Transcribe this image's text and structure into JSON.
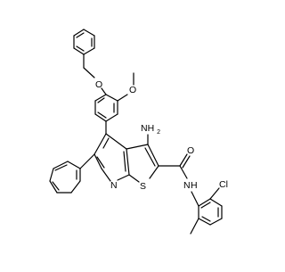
{
  "molecule": {
    "atom_labels": {
      "ether_oxygen": "O",
      "methoxy_oxygen": "O",
      "amino": "NH",
      "amino_subscript": "2",
      "carbonyl_oxygen": "O",
      "amide_nitrogen": "N",
      "amide_hydrogen": "H",
      "pyridine_nitrogen": "N",
      "sulfur": "S",
      "chlorine": "Cl"
    },
    "colors": {
      "bond": "#000000",
      "label": "#000000",
      "background": "#ffffff"
    }
  }
}
